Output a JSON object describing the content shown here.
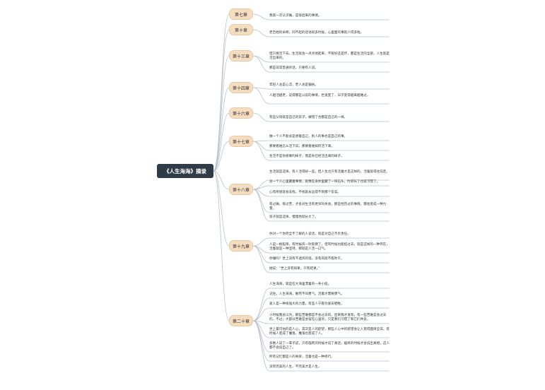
{
  "root": {
    "title": "《人生海海》摘录"
  },
  "chapters": [
    {
      "label": "第七章",
      "leaves": [
        "我第一次认识痛，是很后来的事情。"
      ]
    },
    {
      "label": "第十章",
      "leaves": [
        "老百姓的命啊，同不起的话语很多时候，心里面的事就少得多啦。"
      ]
    },
    {
      "label": "第十三章",
      "leaves": [
        "但只要活下去，生活就会一点点地起来，不管好还是坏，都是生活的全部，人生就是活出来的。",
        "那是非常普通的话，只要有人说。"
      ]
    },
    {
      "label": "第十四章",
      "leaves": [
        "年轻人总是心浮，老人总是偏执。",
        "人越活越老，说得都是以前的事情，世道变了，日子变得越来越难过。"
      ]
    },
    {
      "label": "第十六章",
      "leaves": [
        "有些父母就是自己的孩子，做错了也都是自己的一样。"
      ]
    },
    {
      "label": "第十七章",
      "leaves": [
        "做一个人不能总是想着自己，别人的事也是自己的事。",
        "那要看她怎么活下去，那要看她如何活下来。",
        "生活不是你想要的样子，而是你已经活出来的样子。"
      ]
    },
    {
      "label": "第十八章",
      "leaves": [
        "生活就是这样，有人活得好一些，但人生也只有活着才是这样的，活着就得往前走。",
        "总一个人心里藏着事情，就像在身体里藏了一块石头，时间长了也就习惯了。",
        "心有所想就会去找，不找就永远得不到那个答案。",
        "有过痛，受过苦，才会对生活有更深的体会，那些经历过的事情，都会变成一种力量。",
        "孩子就是这样，慢慢地就长大了。"
      ]
    },
    {
      "label": "第十九章",
      "leaves": [
        "你对一个你完全不了解的人说话，就是对自己不负责任。",
        "人是一根稻草，有时候风一吹就倒了，但有时候也能挺过去，就是这样的一种存在，活着就是一种坚持，那就是人活一口气。",
        "你懂吗？世上没有不透风的墙，没有风就不能吹干。",
        "她说：“世上没有如果，只有结果。”"
      ]
    },
    {
      "label": "第二十章",
      "leaves": [
        "人生海海，就是在大海里漂着的一条小船。",
        "记住，人生海海，敢死不叫勇气，活着才需要勇气。",
        "爱人是一种很强大的力量，有些人宁愿为爱去牺牲。",
        "小时候我总以为，那些苦难都是不会过去的，后来我才发现，有一些苦难是会过去的，不过，大部分苦难是会留在心里的，只是我们习惯了和它们共处。",
        "世上最可怕的是人心，其次是人的欲望，那些人心中的欲望会让人变得面目全非，有时候人变成了魔鬼，魔鬼也变成了人。",
        "多数人说了一辈子谎，只有临死的时候才说了真话，临终的时候才会说出真相，这人都不会说自己了。",
        "所有记忆都是人的脊梁，活着也是一种修行。",
        "没有完美的人生，不完美才是人生。"
      ]
    }
  ]
}
